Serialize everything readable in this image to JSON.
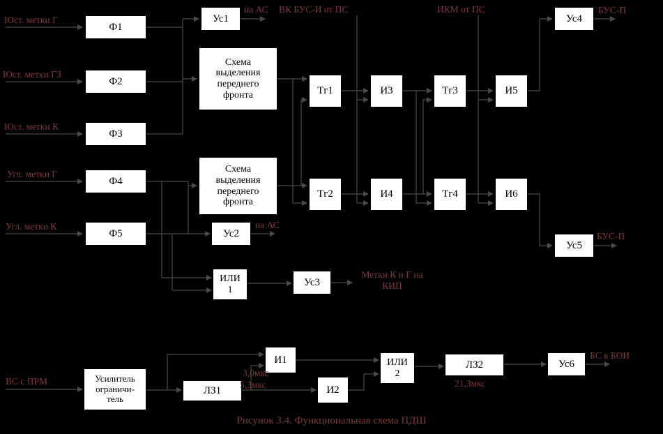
{
  "figure": {
    "caption": "Рисунок 3.4. Функциональная схема ПДШ"
  },
  "colors": {
    "background": "#000000",
    "box_fill": "#ffffff",
    "box_text": "#000000",
    "wire": "#4a4a4a",
    "annotation_text": "#7e3a3a"
  },
  "blocks": {
    "f1": {
      "label": "Ф1"
    },
    "f2": {
      "label": "Ф2"
    },
    "f3": {
      "label": "Ф3"
    },
    "f4": {
      "label": "Ф4"
    },
    "f5": {
      "label": "Ф5"
    },
    "us1": {
      "label": "Ус1"
    },
    "us2": {
      "label": "Ус2"
    },
    "us3": {
      "label": "Ус3"
    },
    "us4": {
      "label": "Ус4"
    },
    "us5": {
      "label": "Ус5"
    },
    "us6": {
      "label": "Ус6"
    },
    "front1": {
      "label": "Схема\nвыделения\nпереднего\nфронта"
    },
    "front2": {
      "label": "Схема\nвыделения\nпереднего\nфронта"
    },
    "tg1": {
      "label": "Тг1"
    },
    "tg2": {
      "label": "Тг2"
    },
    "tg3": {
      "label": "Тг3"
    },
    "tg4": {
      "label": "Тг4"
    },
    "i1": {
      "label": "И1"
    },
    "i2": {
      "label": "И2"
    },
    "i3": {
      "label": "И3"
    },
    "i4": {
      "label": "И4"
    },
    "i5": {
      "label": "И5"
    },
    "i6": {
      "label": "И6"
    },
    "or1": {
      "label": "ИЛИ\n1"
    },
    "or2": {
      "label": "ИЛИ\n2"
    },
    "lz1": {
      "label": "ЛЗ1"
    },
    "lz2": {
      "label": "ЛЗ2"
    },
    "limiter": {
      "label": "Усилитель\nограничи-\nтель"
    }
  },
  "labels": {
    "in_just_g": "Юст. метки Г",
    "in_just_gz": "Юст. метки ГЗ",
    "in_just_k": "Юст. метки К",
    "in_ugl_g": "Угл. метки Г",
    "in_ugl_k": "Угл. метки К",
    "na_as_top": "на АС",
    "vk_bus": "ВК БУС-И от ПС",
    "ikm": "ИКМ от ПС",
    "bus_top": "БУС-П",
    "na_as_mid": "на АС",
    "bus_right": "БУС-П",
    "metki_kip": "Метки К и Г на\nКИП",
    "vs_prm": "ВС с ПРМ",
    "t30": "3,0мкс",
    "t53": "5,3мкс",
    "t213": "21,3мкс",
    "bs_boi": "БС в БОИ"
  }
}
